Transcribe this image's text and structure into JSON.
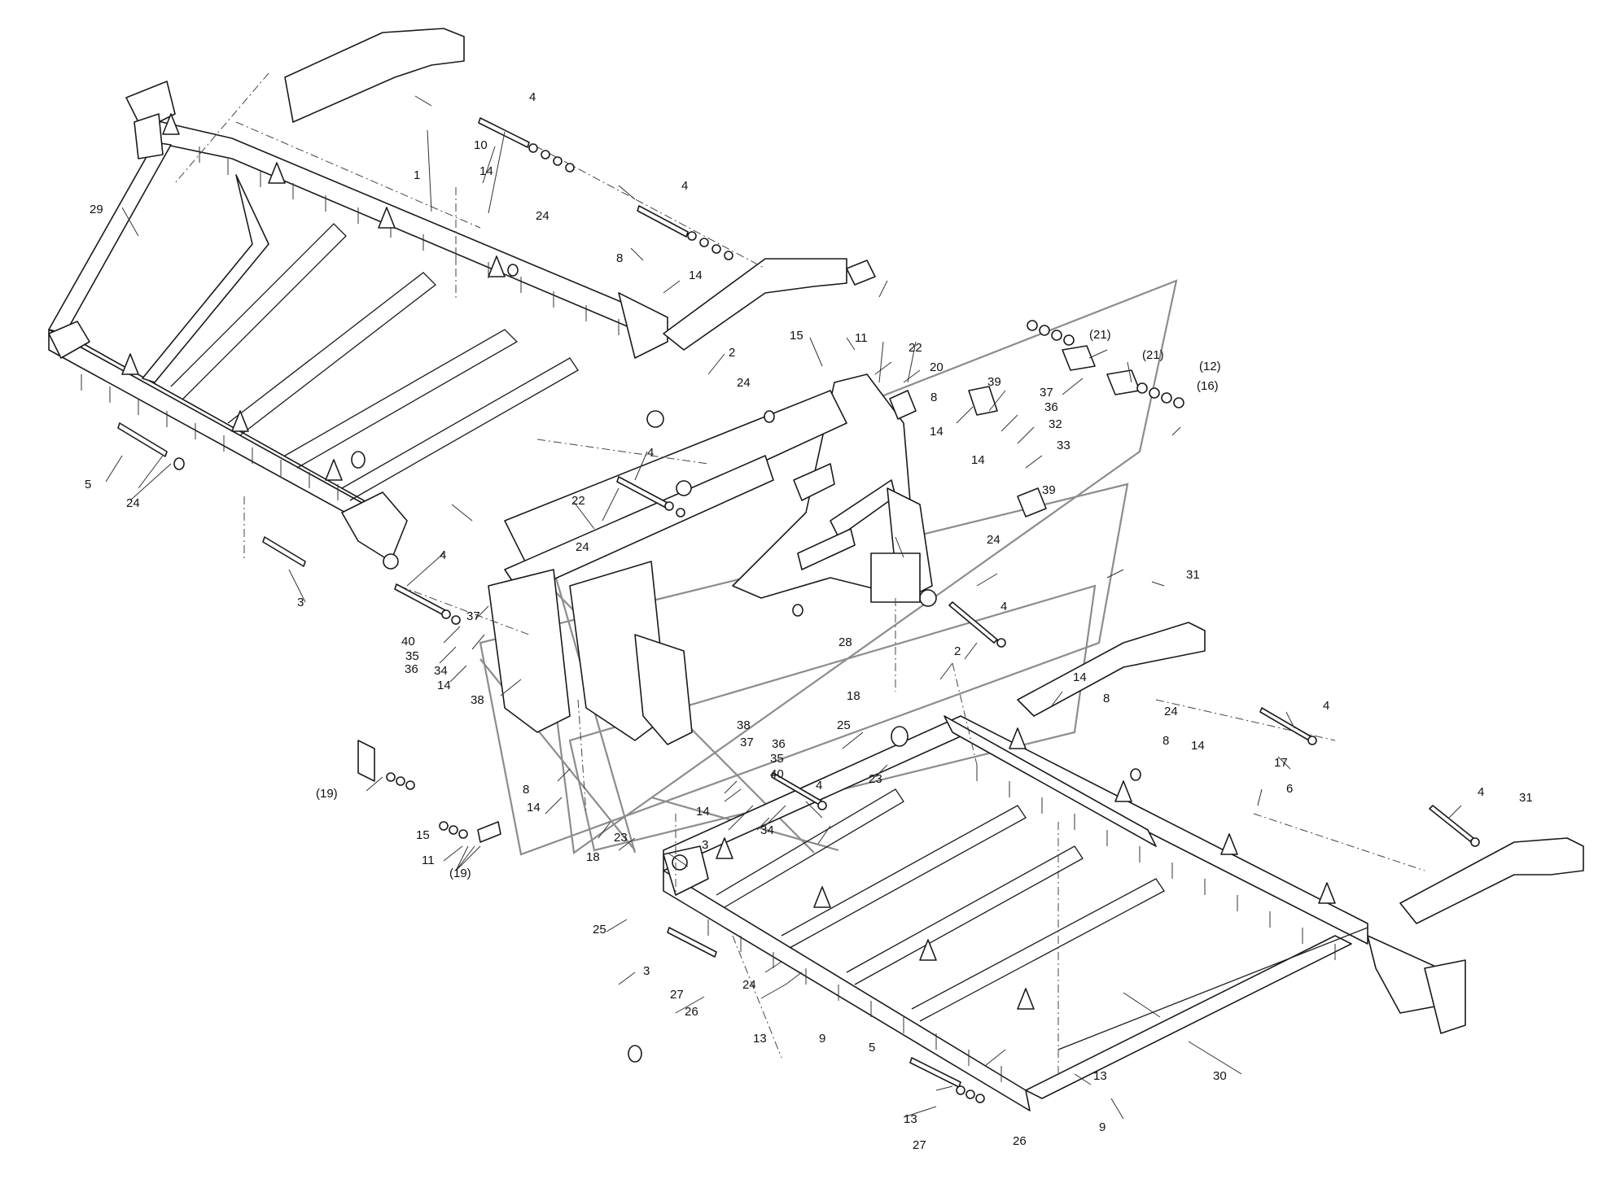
{
  "diagram": {
    "labels": {
      "l1": "1",
      "l2": "2",
      "l3": "3",
      "l4": "4",
      "l5": "5",
      "l6": "6",
      "l8": "8",
      "l9": "9",
      "l10": "10",
      "l11": "11",
      "l12p": "(12)",
      "l13": "13",
      "l14": "14",
      "l15": "15",
      "l16p": "(16)",
      "l17": "17",
      "l18": "18",
      "l19p": "(19)",
      "l20": "20",
      "l21p": "(21)",
      "l22": "22",
      "l23": "23",
      "l24": "24",
      "l25": "25",
      "l26": "26",
      "l27": "27",
      "l28": "28",
      "l29": "29",
      "l30": "30",
      "l31": "31",
      "l32": "32",
      "l33": "33",
      "l34": "34",
      "l35": "35",
      "l36": "36",
      "l37": "37",
      "l38": "38",
      "l39": "39",
      "l40": "40"
    }
  }
}
